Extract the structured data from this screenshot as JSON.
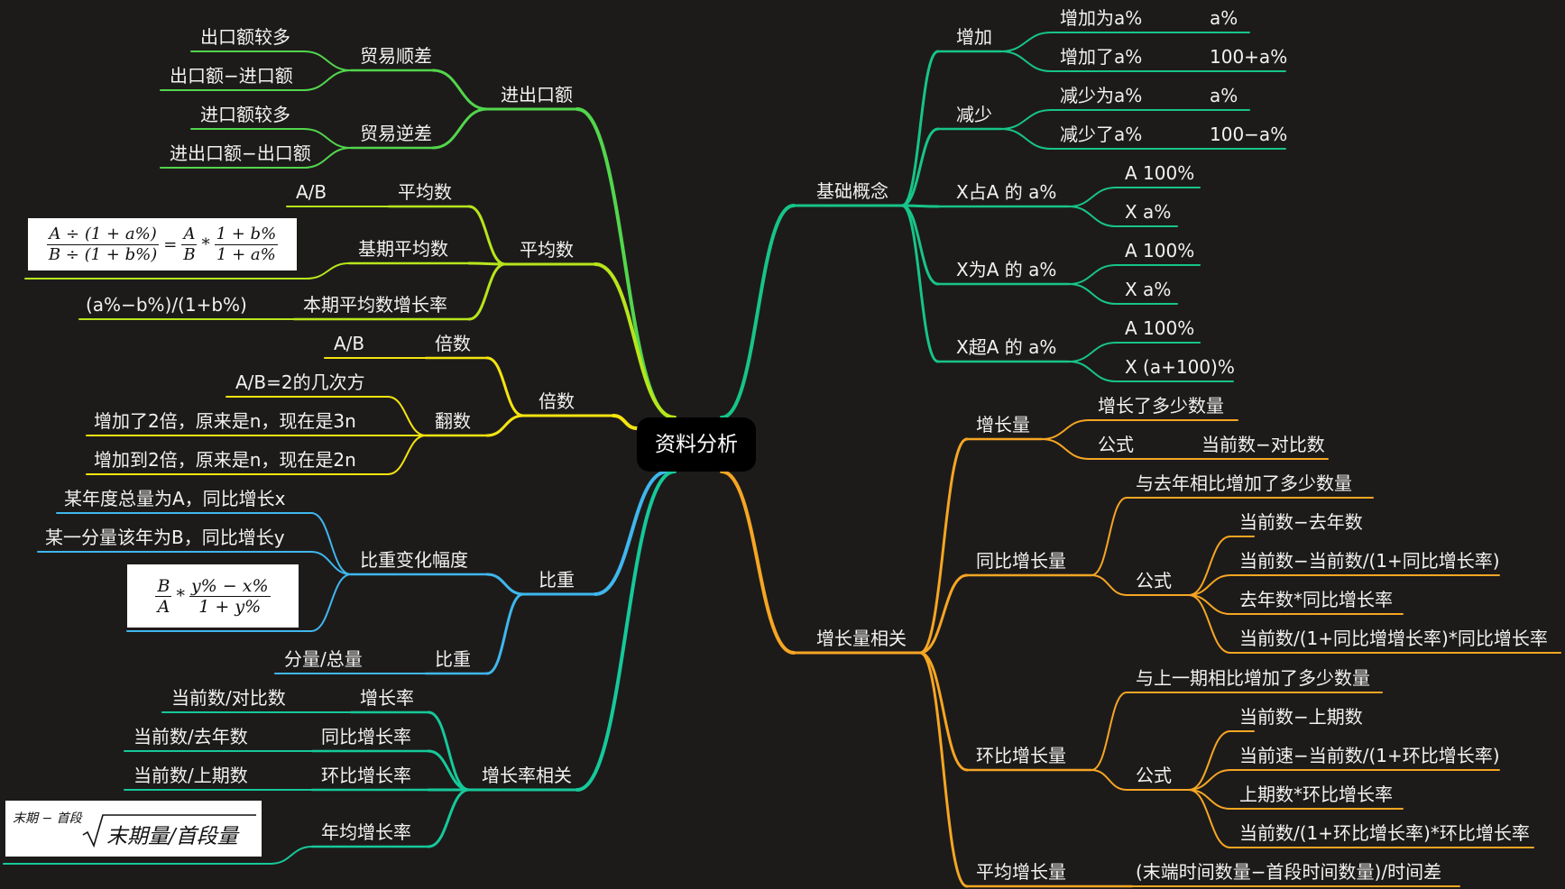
{
  "center": {
    "label": "资料分析"
  },
  "colors": {
    "basic": "#17c48a",
    "growth": "#f6a623",
    "trade": "#52d64c",
    "avg": "#b7e51c",
    "multiple": "#f4e40f",
    "share": "#3fb7ee",
    "rate": "#15c99a"
  },
  "right": {
    "basic": {
      "label": "基础概念",
      "increase": {
        "label": "增加",
        "became": "增加为a%",
        "became_val": "a%",
        "by": "增加了a%",
        "by_val": "100+a%"
      },
      "decrease": {
        "label": "减少",
        "became": "减少为a%",
        "became_val": "a%",
        "by": "减少了a%",
        "by_val": "100−a%"
      },
      "occupy": {
        "label": "X占A 的 a%",
        "a": "A 100%",
        "x": "X a%"
      },
      "is": {
        "label": "X为A 的 a%",
        "a": "A 100%",
        "x": "X a%"
      },
      "exceed": {
        "label": "X超A 的 a%",
        "a": "A 100%",
        "x": "X (a+100)%"
      }
    },
    "growth": {
      "label": "增长量相关",
      "amount": {
        "label": "增长量",
        "desc": "增长了多少数量",
        "formula_label": "公式",
        "formula_val": "当前数−对比数"
      },
      "yoy": {
        "label": "同比增长量",
        "desc": "与去年相比增加了多少数量",
        "formula_label": "公式",
        "items": [
          "当前数−去年数",
          "当前数−当前数/(1+同比增长率)",
          "去年数*同比增长率",
          "当前数/(1+同比增增长率)*同比增长率"
        ]
      },
      "mom": {
        "label": "环比增长量",
        "desc": "与上一期相比增加了多少数量",
        "formula_label": "公式",
        "items": [
          "当前数−上期数",
          "当前速−当前数/(1+环比增长率)",
          "上期数*环比增长率",
          "当前数/(1+环比增长率)*环比增长率"
        ]
      },
      "avg": {
        "label": "平均增长量",
        "desc": "(末端时间数量−首段时间数量)/时间差"
      }
    }
  },
  "left": {
    "trade": {
      "label": "进出口额",
      "surplus": {
        "label": "贸易顺差",
        "a": "出口额较多",
        "b": "出口额−进口额"
      },
      "deficit": {
        "label": "贸易逆差",
        "a": "进口额较多",
        "b": "进出口额−出口额"
      }
    },
    "avg": {
      "label": "平均数",
      "mean": {
        "label": "平均数",
        "val": "A/B"
      },
      "base": {
        "label": "基期平均数"
      },
      "rate": {
        "label": "本期平均数增长率",
        "val": "(a%−b%)/(1+b%)"
      }
    },
    "multiple": {
      "label": "倍数",
      "ratio": {
        "label": "倍数",
        "val": "A/B"
      },
      "double": {
        "label": "翻数",
        "a": "A/B=2的几次方",
        "b": "增加了2倍，原来是n，现在是3n",
        "c": "增加到2倍，原来是n，现在是2n"
      }
    },
    "share": {
      "label": "比重",
      "change": {
        "label": "比重变化幅度",
        "a": "某年度总量为A，同比增长x",
        "b": "某一分量该年为B，同比增长y"
      },
      "ratio": {
        "label": "比重",
        "val": "分量/总量"
      }
    },
    "rate": {
      "label": "增长率相关",
      "growth": {
        "label": "增长率",
        "val": "当前数/对比数"
      },
      "yoy": {
        "label": "同比增长率",
        "val": "当前数/去年数"
      },
      "mom": {
        "label": "环比增长率",
        "val": "当前数/上期数"
      },
      "annual": {
        "label": "年均增长率",
        "root_index": "末期 − 首段",
        "radicand": "末期量/首段量"
      }
    }
  }
}
